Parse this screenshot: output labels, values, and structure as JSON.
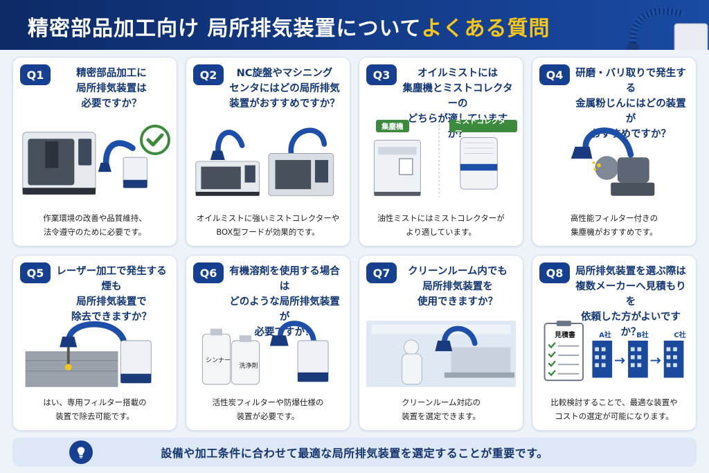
{
  "header": {
    "title_main": "精密部品加工向け 局所排気装置について",
    "title_accent": "よくある質問"
  },
  "cards": [
    {
      "badge": "Q1",
      "question": "精密部品加工に\n局所排気装置は\n必要ですか？",
      "answer": "作業環境の改善や品質維持、\n法令遵守のために必要です。"
    },
    {
      "badge": "Q2",
      "question": "NC旋盤やマシニング\nセンタにはどの局所排気\n装置がおすすめですか？",
      "answer": "オイルミストに強いミストコレクターや\nBOX型フードが効果的です。"
    },
    {
      "badge": "Q3",
      "question": "オイルミストには\n集塵機とミストコレクターの\nどちらが適していますか？",
      "answer": "油性ミストにはミストコレクターが\nより適しています。"
    },
    {
      "badge": "Q4",
      "question": "研磨・バリ取りで発生する\n金属粉じんにはどの装置が\nおすすめですか？",
      "answer": "高性能フィルター付きの\n集塵機がおすすめです。"
    },
    {
      "badge": "Q5",
      "question": "レーザー加工で発生する煙も\n局所排気装置で\n除去できますか？",
      "answer": "はい、専用フィルター搭載の\n装置で除去可能です。"
    },
    {
      "badge": "Q6",
      "question": "有機溶剤を使用する場合は\nどのような局所排気装置が\n必要ですか？",
      "answer": "活性炭フィルターや防爆仕様の\n装置が必要です。"
    },
    {
      "badge": "Q7",
      "question": "クリーンルーム内でも\n局所排気装置を\n使用できますか？",
      "answer": "クリーンルーム対応の\n装置を選定できます。"
    },
    {
      "badge": "Q8",
      "question": "局所排気装置を選ぶ際は\n複数メーカーへ見積もりを\n依頼した方がよいですか？",
      "answer": "比較検討することで、最適な装置や\nコストの選定が可能になります。"
    }
  ],
  "q3_labels": {
    "left": "集塵機",
    "right": "ミストコレクター"
  },
  "q6_labels": {
    "bottle1": "シンナー",
    "bottle2": "洗浄剤"
  },
  "q8_labels": {
    "doc": "見積書",
    "a": "A社",
    "b": "B社",
    "c": "C社"
  },
  "footer": {
    "text": "設備や加工条件に合わせて最適な局所排気装置を選定することが重要です。"
  },
  "colors": {
    "navy": "#163f8f",
    "accent": "#f7c51b",
    "green": "#3b8a3e",
    "hose": "#1e4fa8"
  },
  "icons": [
    "check-icon",
    "lightbulb-icon",
    "arrow-right-icon"
  ]
}
